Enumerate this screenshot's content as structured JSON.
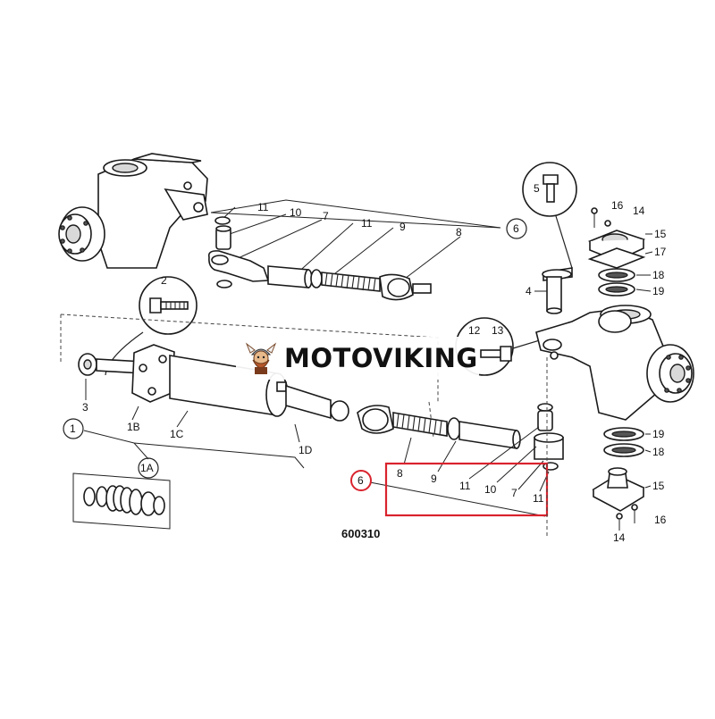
{
  "brand": {
    "name": "MOTOVIKING",
    "logo_icon": "viking-mascot-icon"
  },
  "figure": {
    "number": "600310"
  },
  "colors": {
    "highlight_box": "#d9232d",
    "line": "#1a1a1a",
    "background": "#ffffff"
  },
  "labels": {
    "upper_tie_rod": [
      "11",
      "10",
      "7",
      "11",
      "9",
      "8",
      "6"
    ],
    "bolt_2": "2",
    "cylinder": [
      "1",
      "1B",
      "1C",
      "1D",
      "3",
      "1A"
    ],
    "king_pin": [
      "5",
      "4",
      "12",
      "13"
    ],
    "upper_bearing": [
      "16",
      "14",
      "15",
      "17",
      "18",
      "19"
    ],
    "lower_bearing": [
      "19",
      "18",
      "15",
      "14",
      "16"
    ],
    "lower_tie_rod": [
      "6",
      "8",
      "9",
      "11",
      "10",
      "7",
      "11"
    ]
  }
}
